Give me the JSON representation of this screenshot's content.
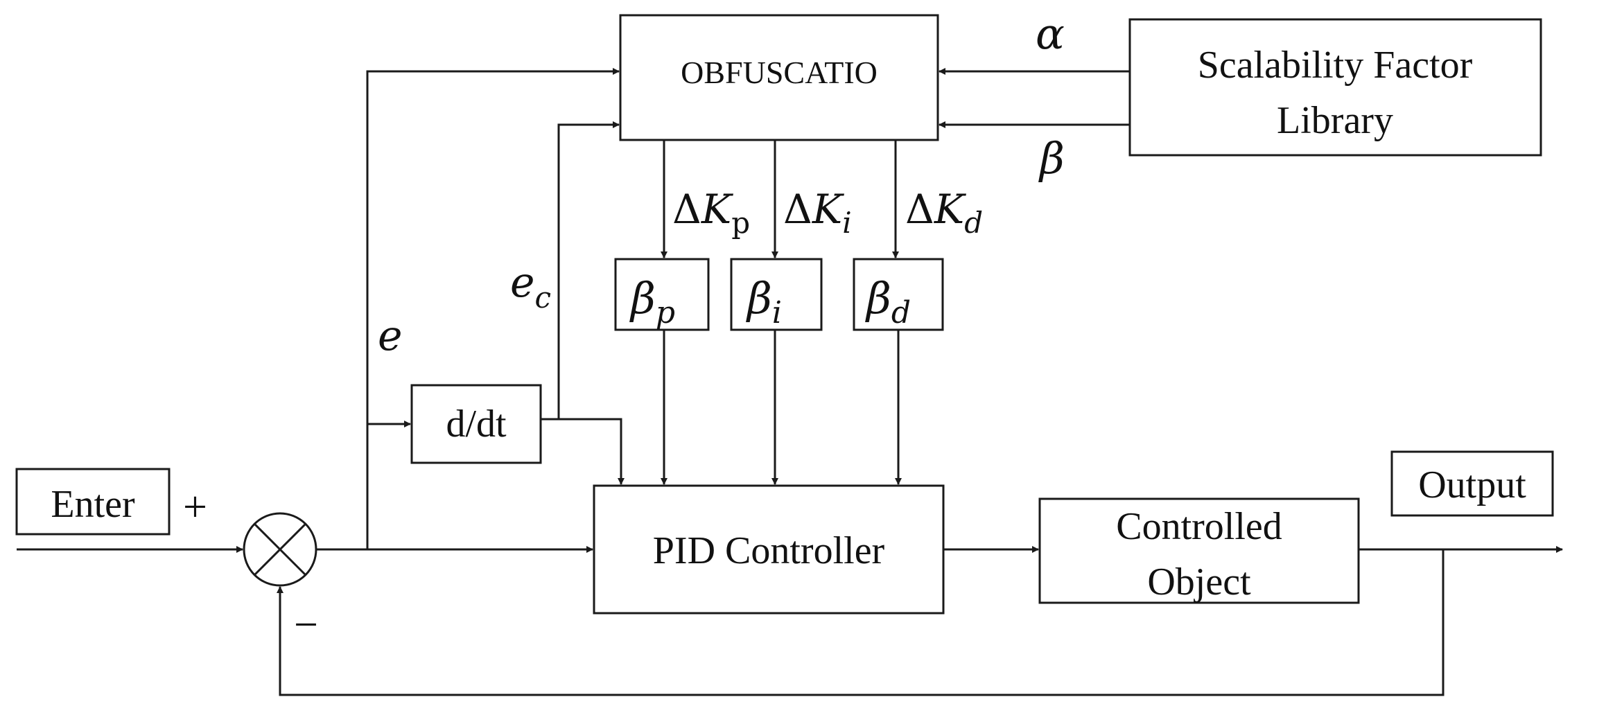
{
  "blocks": {
    "obfuscation": "OBFUSCATIO",
    "scalability_line1": "Scalability Factor",
    "scalability_line2": "Library",
    "derivative": "d/dt",
    "enter": "Enter",
    "pid": "PID Controller",
    "object_line1": "Controlled",
    "object_line2": "Object",
    "output": "Output",
    "beta_p": {
      "base": "β",
      "sub": "p"
    },
    "beta_i": {
      "base": "β",
      "sub": "i"
    },
    "beta_d": {
      "base": "β",
      "sub": "d"
    }
  },
  "signals": {
    "alpha": "α",
    "beta": "β",
    "e": "e",
    "ec": {
      "base": "e",
      "sub": "c"
    },
    "dkp": {
      "delta": "Δ",
      "base": "K",
      "sub": "p"
    },
    "dki": {
      "delta": "Δ",
      "base": "K",
      "sub": "i"
    },
    "dkd": {
      "delta": "Δ",
      "base": "K",
      "sub": "d"
    },
    "plus": "+",
    "minus": "−"
  }
}
